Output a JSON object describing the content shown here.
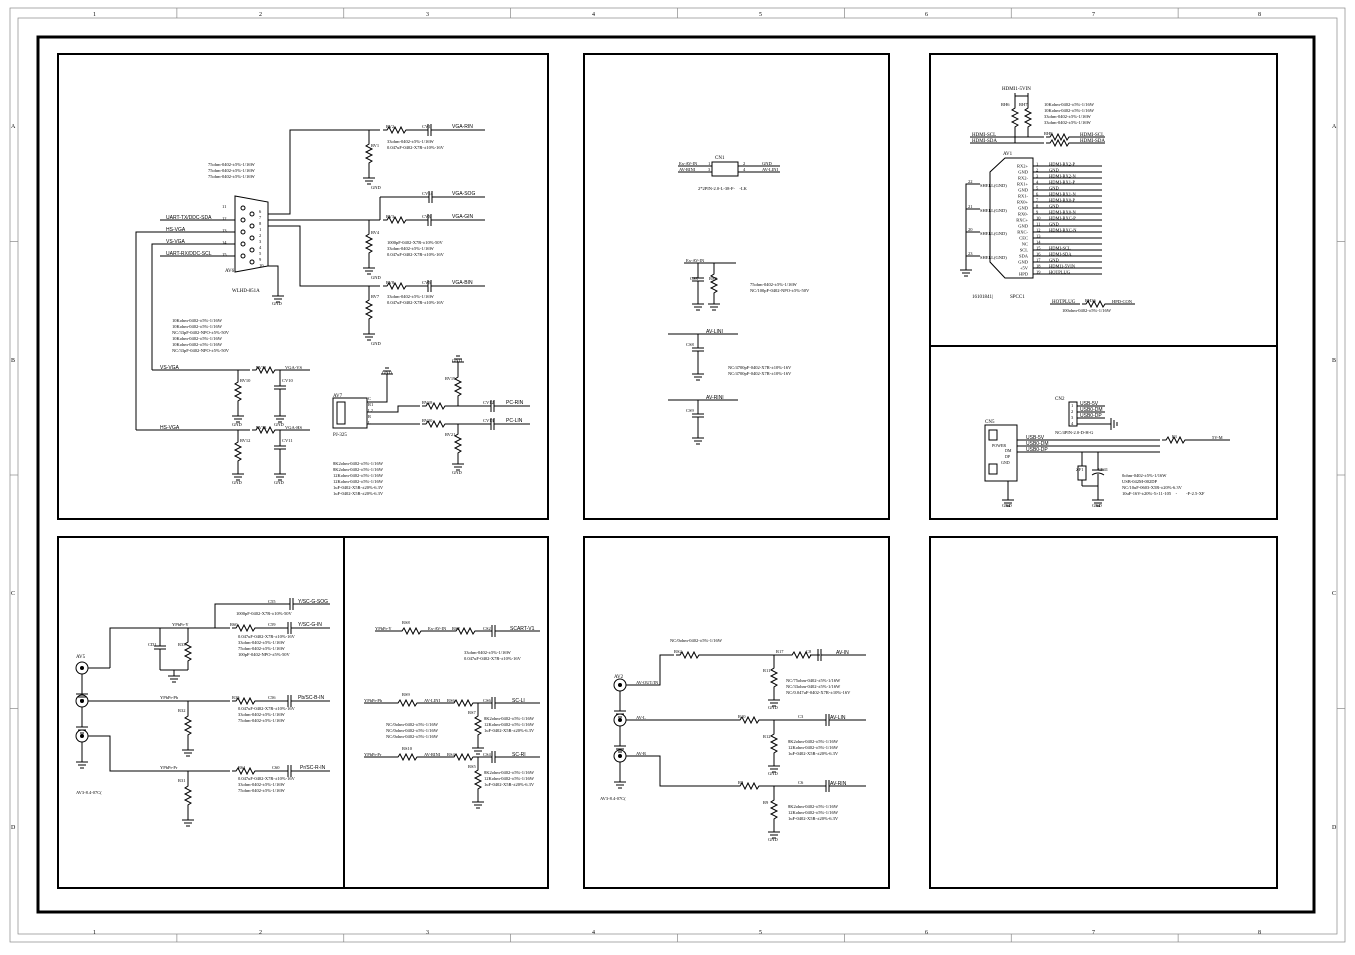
{
  "border": {
    "columns": [
      "1",
      "2",
      "3",
      "4",
      "5",
      "6",
      "7",
      "8"
    ],
    "rows": [
      "A",
      "B",
      "C",
      "D"
    ]
  },
  "vga": {
    "connector_ref": "AV6",
    "connector_part": "WLHD-851A",
    "pins": [
      "11",
      "12",
      "13",
      "14",
      "15",
      "6",
      "7",
      "8",
      "1",
      "2",
      "3",
      "4",
      "5",
      "9",
      "10"
    ],
    "nets": {
      "uart_tx": "UART-TX/DDC-SDA",
      "hs": "HS-VGA",
      "vs": "VS-VGA",
      "uart_rx": "UART-RX/DDC-SCL",
      "hs2": "HS-VGA",
      "vs2": "VS-VGA"
    },
    "res_note": [
      "75ohm-0402-±5%-1/16W",
      "75ohm-0402-±5%-1/16W",
      "75ohm-0402-±5%-1/16W"
    ],
    "rgb": [
      {
        "ref": "RV2",
        "cap": "CV1",
        "net": "VGA-RIN",
        "rv": "RV1",
        "spec": [
          "33ohm-0402-±5%-1/16W",
          "0.047uF-0402-X7R-±10%-16V"
        ]
      },
      {
        "ref": "RV3",
        "cap": "CV3",
        "net": "VGA-GIN",
        "rv": "RV4",
        "spec": [
          "1000pF-0402-X7R-±10%-50V",
          "33ohm-0402-±5%-1/16W",
          "0.047uF-0402-X7R-±10%-16V"
        ]
      },
      {
        "ref": "RV8",
        "cap": "CV5",
        "net": "VGA-BIN",
        "rv": "RV7",
        "spec": [
          "33ohm-0402-±5%-1/16W",
          "0.047uF-0402-X7R-±10%-16V"
        ]
      }
    ],
    "sog": {
      "cap": "CV14",
      "net": "VGA-SOG"
    },
    "sync_note": [
      "10Kohm-0402-±5%-1/16W",
      "10Kohm-0402-±5%-1/16W",
      "NC/33pF-0402-NPO-±5%-50V",
      "10Kohm-0402-±5%-1/16W",
      "10Kohm-0402-±5%-1/16W",
      "NC/33pF-0402-NPO-±5%-50V"
    ],
    "vs_parts": {
      "r1": "RV11",
      "r2": "RV10",
      "c": "CV10",
      "out": "VGA-VS"
    },
    "hs_parts": {
      "r1": "RV13",
      "r2": "RV12",
      "c": "CV11",
      "out": "VGA-HS"
    },
    "gnd": "GND",
    "pc_audio": {
      "ref": "AV7",
      "part": "PJ-325",
      "pins": [
        "C",
        "R1",
        "L2",
        "R",
        "L"
      ],
      "r_left": "RV18",
      "r_right": "RV20",
      "r_g1": "RV19",
      "r_g2": "RV21",
      "c1": "CV12",
      "c2": "CV13",
      "net1": "PC-RIN",
      "net2": "PC-LIN",
      "spec": [
        "8K2ohm-0402-±5%-1/16W",
        "8K2ohm-0402-±5%-1/16W",
        "12Kohm-0402-±5%-1/16W",
        "12Kohm-0402-±5%-1/16W",
        "1uF-0402-X5R-±20%-6.3V",
        "1uF-0402-X5R-±20%-6.3V"
      ]
    }
  },
  "av_in": {
    "connector": "CN1",
    "pin_left_nets": [
      "Ex-AV-IN",
      "AV-RINI"
    ],
    "pin_right_nets": [
      "GND",
      "AV-LINI"
    ],
    "pins": [
      "1",
      "2",
      "3",
      "4"
    ],
    "part": "2*2PIN-2.0-L-38-F-　-LK",
    "exav": {
      "net": "Ex-AV-IN",
      "c": "CS3",
      "r": "RS3",
      "spec": [
        "75ohm-0402-±5%-1/16W",
        "NC/100pF-0402-NPO-±5%-50V"
      ]
    },
    "avl": {
      "net": "AV-LINI",
      "c": "CS8"
    },
    "avr": {
      "net": "AV-RINI",
      "c": "CS9"
    },
    "cap_spec": [
      "NC/4700pF-0402-X7R-±10%-16V",
      "NC/4700pF-0402-X7R-±10%-16V"
    ]
  },
  "hdmi": {
    "vin": "HDMI1-5VIN",
    "r_pull": [
      "RH6",
      "RH7"
    ],
    "r_spec": [
      "10Kohm-0402-±5%-1/16W",
      "10Kohm-0402-±5%-1/16W",
      "33ohm-0402-±5%-1/16W",
      "33ohm-0402-±5%-1/16W"
    ],
    "scl": "HDMI-SCL",
    "sda": "HDMI-SDA",
    "r_series": "RH8",
    "scl_out": "HDMI-SCL",
    "sda_out": "HDMI-SDA",
    "conn": "AV1",
    "shell": [
      "SHELL(GND)",
      "SHELL(GND)",
      "SHELL(GND)",
      "SHELL(GND)"
    ],
    "shell_pins": [
      "22",
      "21",
      "20",
      "23"
    ],
    "pin_labels": [
      "RX2+",
      "GND",
      "RX2-",
      "RX1+",
      "GND",
      "RX1-",
      "RX0+",
      "GND",
      "RX0-",
      "RXC+",
      "GND",
      "RXC-",
      "CEC",
      "NC",
      "SCL",
      "SDA",
      "GND",
      "+5V",
      "HPD"
    ],
    "pin_nums": [
      "1",
      "2",
      "3",
      "4",
      "5",
      "6",
      "7",
      "8",
      "9",
      "10",
      "11",
      "12",
      "13",
      "14",
      "15",
      "16",
      "17",
      "18",
      "19"
    ],
    "nets": [
      "HDMI-RX2-P",
      "GND",
      "HDMI-RX2-N",
      "HDMI-RX1-P",
      "GND",
      "HDMI-RX1-N",
      "HDMI-RX0-P",
      "GND",
      "HDMI-RX0-N",
      "HDMI-RXC-P",
      "GND",
      "HDMI-RXC-N",
      "",
      "",
      "HDMI-SCL",
      "HDMI-SDA",
      "GND",
      "HDMI1-5VIN",
      "HOTPLUG"
    ],
    "part": "16101841|",
    "part2": "SPCC1",
    "hpd": {
      "net": "HOTPLUG",
      "r": "RH36",
      "out": "HPD-CON",
      "spec": "100ohm-0402-±5%-1/16W"
    }
  },
  "usb": {
    "cn2": "CN2",
    "cn2_pins": [
      "1",
      "2",
      "3",
      "4"
    ],
    "cn2_nets": [
      "USB-5V",
      "USB0-DM",
      "USB0-DP",
      ""
    ],
    "cn2_part": "NC/4PIN-2.0-D-H-G",
    "cn5": "CN5",
    "cn5_labels": [
      "POWER",
      "DM",
      "DP",
      "GND"
    ],
    "nets": [
      "USB-5V",
      "USB0-DM",
      "USB0-DP"
    ],
    "fuse": "F3",
    "fuse_out": "5V-M",
    "parts": [
      "ZF1",
      "CF41"
    ],
    "spec": [
      "0ohm-0402-±5%-1/16W",
      "USB-042M-002DP",
      "NC/10uF-0603-X5R-±20%-6.3V",
      "10uF-16V-±20%-5×11-105　-　　-F-2.5-XF"
    ],
    "gnd": "GND"
  },
  "ypbpr": {
    "conn": "AV5",
    "conn_part": "AV3-8.4-07C(",
    "y": {
      "net": "YPbPr-Y",
      "c_sog": "C55",
      "sog_net": "Y/SC-G-SOG",
      "r": "R60",
      "c": "C59",
      "out": "Y/SC-G-IN",
      "cd": "CD1",
      "rg": "R33",
      "spec_sog": "1000pF-0402-X7R-±10%-50V",
      "spec": [
        "0.047uF-0402-X7R-±10%-16V",
        "33ohm-0402-±5%-1/16W",
        "75ohm-0402-±5%-1/16W",
        "100pF-0402-NPO-±5%-50V"
      ]
    },
    "pb": {
      "net": "YPbPr-Pb",
      "r": "R35",
      "c": "C56",
      "out": "Pb/SC-B-IN",
      "rg": "R32",
      "spec": [
        "0.047uF-0402-X7R-±10%-16V",
        "33ohm-0402-±5%-1/16W",
        "75ohm-0402-±5%-1/16W"
      ]
    },
    "pr": {
      "net": "YPbPr-Pr",
      "r": "R61",
      "c": "C60",
      "out": "Pr/SC-R-IN",
      "rg": "R31",
      "spec": [
        "0.047uF-0402-X7R-±10%-16V",
        "33ohm-0402-±5%-1/16W",
        "75ohm-0402-±5%-1/16W"
      ]
    }
  },
  "scart": {
    "y": {
      "net": "YPbPr-Y",
      "r": "RS8",
      "mid": "Ex-AV-IN",
      "r2": "RS2",
      "c": "CS2",
      "out": "SCART-V1",
      "spec": [
        "33ohm-0402-±5%-1/16W",
        "0.047uF-0402-X7R-±10%-16V"
      ]
    },
    "pb": {
      "net": "YPbPr-Pb",
      "r": "RS9",
      "mid": "AV-LINI",
      "r2": "RS6",
      "c": "CS6",
      "out": "SC-LI",
      "rg": "RS7",
      "spec": [
        "NC/0ohm-0402-±5%-1/16W",
        "NC/0ohm-0402-±5%-1/16W",
        "NC/0ohm-0402-±5%-1/16W"
      ],
      "spec2": [
        "8K2ohm-0402-±5%-1/16W",
        "12Kohm-0402-±5%-1/16W",
        "1uF-0402-X5R-±20%-6.3V"
      ]
    },
    "pr": {
      "net": "YPbPr-Pr",
      "r": "RS10",
      "mid": "AV-RINI",
      "r2": "RS4",
      "c": "CS4",
      "out": "SC-RI",
      "rg": "RS5",
      "spec2": [
        "8K2ohm-0402-±5%-1/16W",
        "12Kohm-0402-±5%-1/16W",
        "1uF-0402-X5R-±20%-6.3V"
      ]
    }
  },
  "av_out": {
    "conn": "AV2",
    "conn_part": "AV3-8.4-07C(",
    "note_top": "NC/0ohm-0402-±5%-1/16W",
    "out": {
      "net": "AV-OUT/IN",
      "r": "RS2",
      "r2": "R17",
      "c": "C8",
      "out": "AV-IN",
      "rg": "R11",
      "spec": [
        "NC/75ohm-0402-±5%-1/16W",
        "NC/33ohm-0402-±5%-1/16W",
        "NC/0.047uF-0402-X7R-±10%-16V"
      ]
    },
    "l": {
      "net": "AV-L",
      "r": "R10",
      "c": "C3",
      "out": "AV-LIN",
      "rg": "R12",
      "spec": [
        "8K2ohm-0402-±5%-1/16W",
        "12Kohm-0402-±5%-1/16W",
        "1uF-0402-X5R-±20%-6.3V"
      ]
    },
    "r": {
      "net": "AV-R",
      "r": "R8",
      "c": "C6",
      "out": "AV-RIN",
      "rg": "R9",
      "spec": [
        "8K2ohm-0402-±5%-1/16W",
        "12Kohm-0402-±5%-1/16W",
        "1uF-0402-X5R-±20%-6.3V"
      ]
    }
  }
}
